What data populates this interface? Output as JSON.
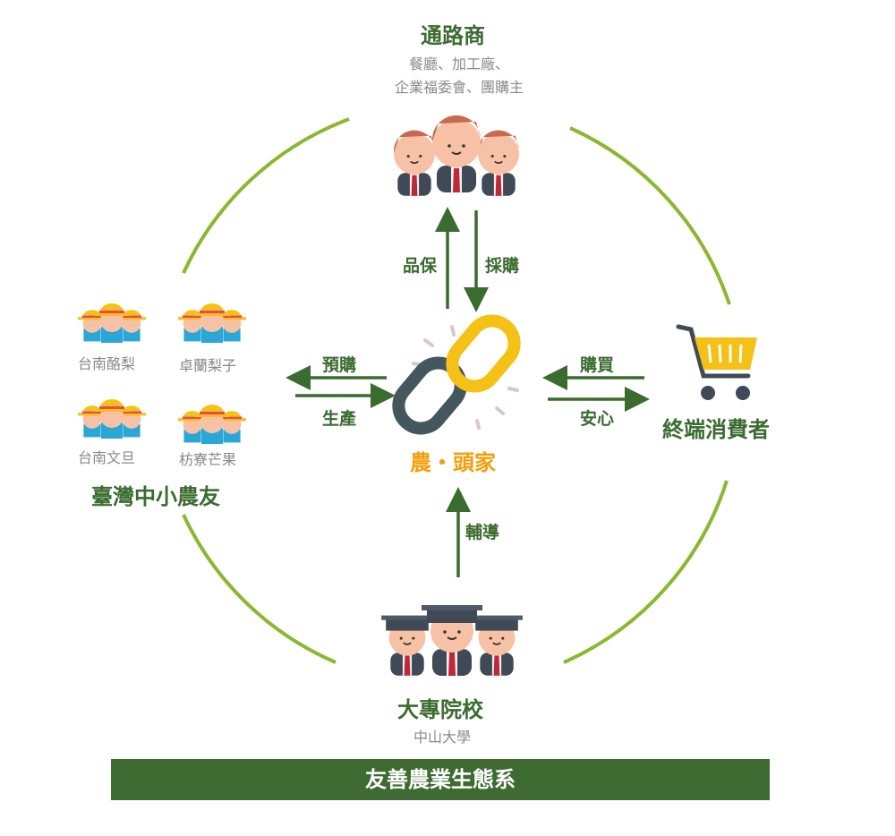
{
  "distributor": {
    "title": "通路商",
    "line1": "餐廳、加工廠、",
    "line2": "企業福委會、團購主"
  },
  "farmers": {
    "title": "臺灣中小農友",
    "items": [
      "台南酪梨",
      "卓蘭梨子",
      "台南文旦",
      "枋寮芒果"
    ]
  },
  "consumer": {
    "title": "終端消費者"
  },
  "school": {
    "title": "大專院校",
    "sub": "中山大學"
  },
  "center": {
    "title": "農・頭家"
  },
  "arrows": {
    "quality": "品保",
    "purchase": "採購",
    "preorder": "預購",
    "produce": "生產",
    "buy": "購買",
    "assure": "安心",
    "guide": "輔導"
  },
  "banner": "友善農業生態系",
  "colors": {
    "green": "#3a6b2f",
    "ring": "#8ab82e",
    "orange": "#f59e0b"
  }
}
